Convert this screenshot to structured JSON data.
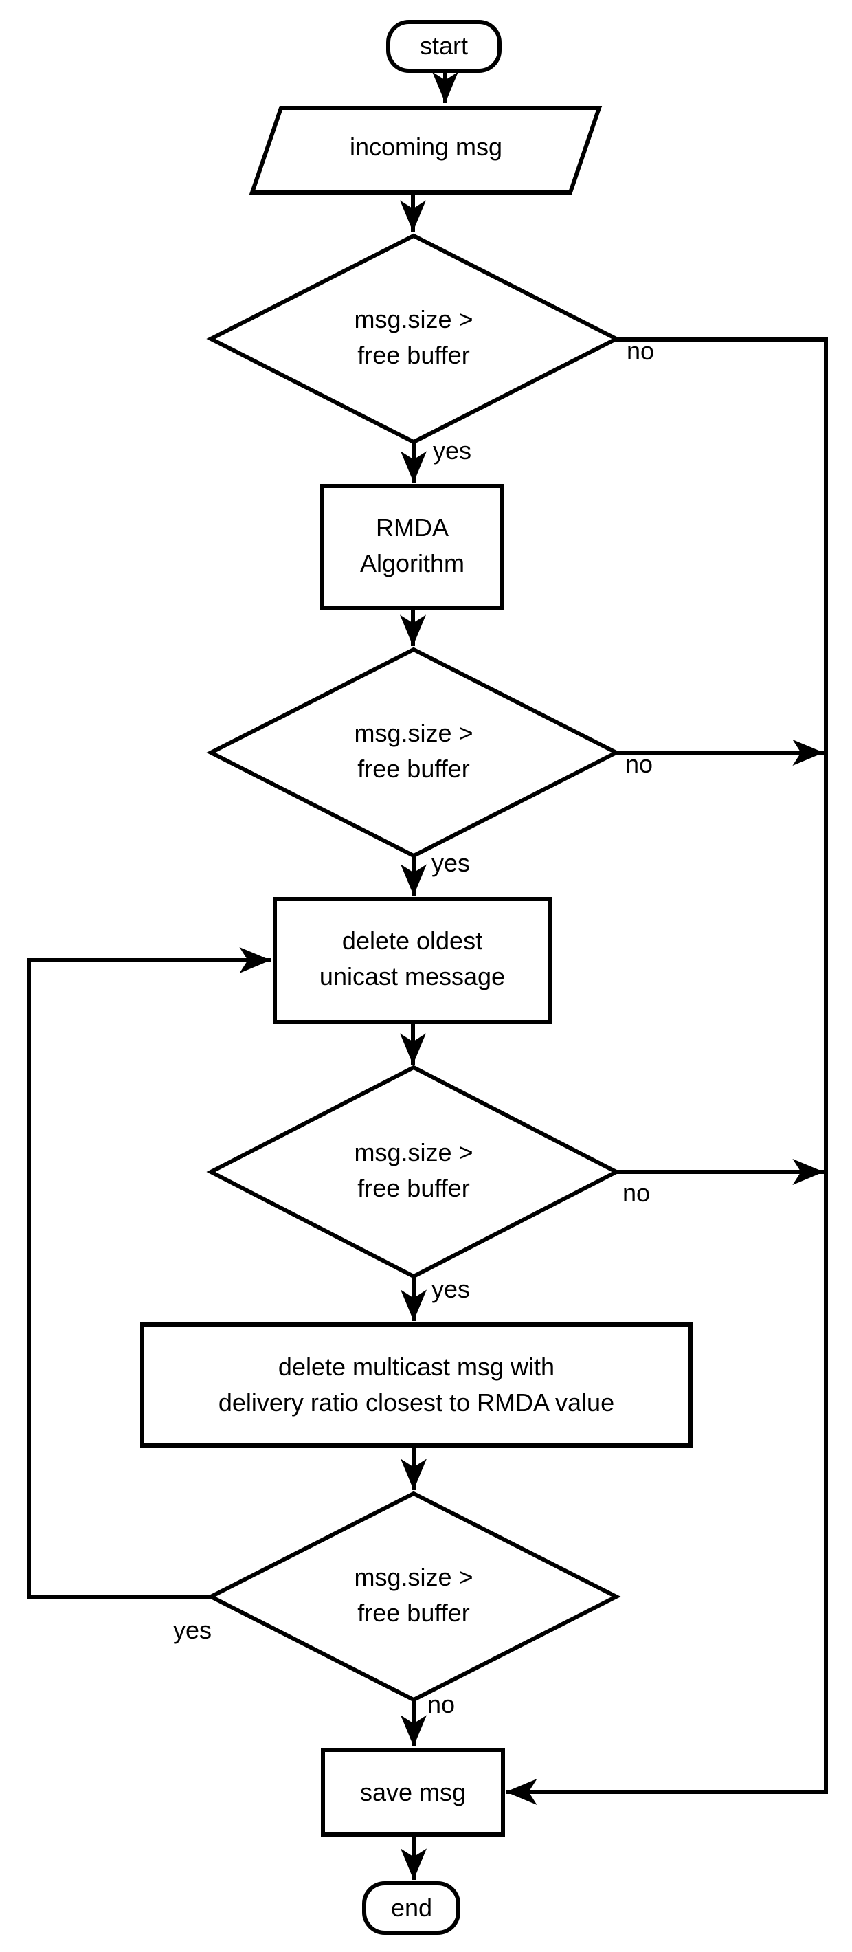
{
  "diagram": {
    "type": "flowchart",
    "background": "#ffffff",
    "stroke_color": "#000000",
    "text_color": "#000000"
  },
  "nodes": {
    "start": {
      "label": "start",
      "shape": "terminator"
    },
    "incoming_msg": {
      "label": "incoming msg",
      "shape": "input-parallelogram"
    },
    "check1": {
      "line1": "msg.size >",
      "line2": "free buffer",
      "shape": "decision"
    },
    "rmda": {
      "line1": "RMDA",
      "line2": "Algorithm",
      "shape": "process"
    },
    "check2": {
      "line1": "msg.size >",
      "line2": "free buffer",
      "shape": "decision"
    },
    "delete_unicast": {
      "line1": "delete oldest",
      "line2": "unicast message",
      "shape": "process"
    },
    "check3": {
      "line1": "msg.size >",
      "line2": "free buffer",
      "shape": "decision"
    },
    "delete_multicast": {
      "line1": "delete multicast msg with",
      "line2": "delivery ratio closest to RMDA value",
      "shape": "process"
    },
    "check4": {
      "line1": "msg.size >",
      "line2": "free buffer",
      "shape": "decision"
    },
    "save_msg": {
      "label": "save msg",
      "shape": "process"
    },
    "end": {
      "label": "end",
      "shape": "terminator"
    }
  },
  "edge_labels": {
    "check1_yes": "yes",
    "check1_no": "no",
    "check2_yes": "yes",
    "check2_no": "no",
    "check3_yes": "yes",
    "check3_no": "no",
    "check4_yes": "yes",
    "check4_no": "no"
  },
  "flow": [
    {
      "from": "start",
      "to": "incoming_msg",
      "label": ""
    },
    {
      "from": "incoming_msg",
      "to": "check1",
      "label": ""
    },
    {
      "from": "check1",
      "to": "rmda",
      "label": "yes"
    },
    {
      "from": "check1",
      "to": "save_msg",
      "label": "no"
    },
    {
      "from": "rmda",
      "to": "check2",
      "label": ""
    },
    {
      "from": "check2",
      "to": "delete_unicast",
      "label": "yes"
    },
    {
      "from": "check2",
      "to": "save_msg",
      "label": "no"
    },
    {
      "from": "delete_unicast",
      "to": "check3",
      "label": ""
    },
    {
      "from": "check3",
      "to": "delete_multicast",
      "label": "yes"
    },
    {
      "from": "check3",
      "to": "save_msg",
      "label": "no"
    },
    {
      "from": "delete_multicast",
      "to": "check4",
      "label": ""
    },
    {
      "from": "check4",
      "to": "delete_unicast",
      "label": "yes"
    },
    {
      "from": "check4",
      "to": "save_msg",
      "label": "no"
    },
    {
      "from": "save_msg",
      "to": "end",
      "label": ""
    }
  ]
}
